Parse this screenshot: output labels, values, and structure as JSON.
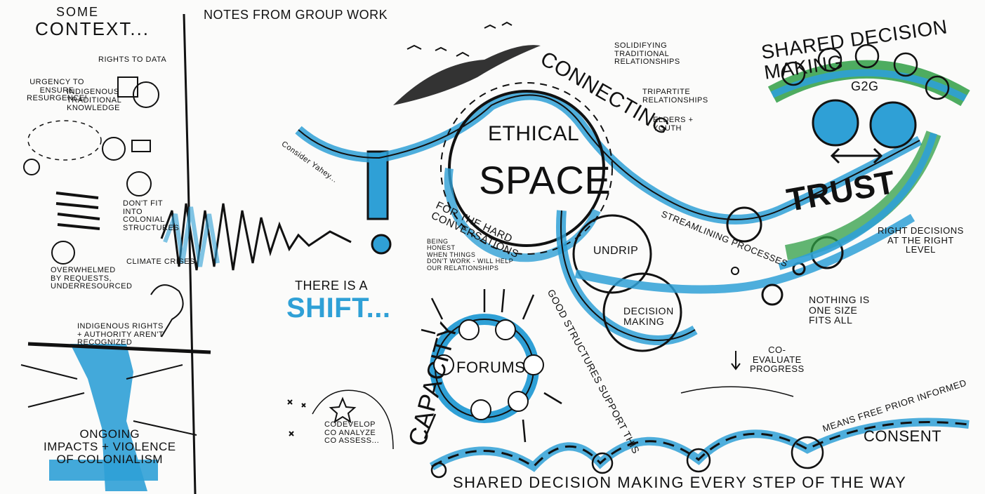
{
  "colors": {
    "blue": "#2fa0d6",
    "green": "#2f9e44",
    "ink": "#111111"
  },
  "left_panel": {
    "heading_line1": "SOME",
    "heading_line2": "CONTEXT...",
    "rights_to_data": "RIGHTS TO DATA",
    "urgency": "URGENCY TO\nENSURE\nRESURGENCE!",
    "indigenous_knowledge": "INDIGENOUS\nTRADITIONAL\nKNOWLEDGE",
    "dont_fit": "DON'T FIT\nINTO\nCOLONIAL\nSTRUCTURES",
    "climate": "CLIMATE CRISES",
    "overwhelmed": "OVERWHELMED\nBY REQUESTS,\nUNDERRESOURCED",
    "rights_recognized": "INDIGENOUS RIGHTS\n+ AUTHORITY AREN'T\nRECOGNIZED",
    "impacts": "ONGOING\nIMPACTS + VIOLENCE\nOF COLONIALISM"
  },
  "main": {
    "notes_title": "NOTES FROM GROUP WORK",
    "consider": "Consider Yahey...",
    "shift_prefix": "THERE IS A",
    "shift_word": "SHIFT...",
    "connecting": "CONNECTING",
    "solidifying": "SOLIDIFYING\nTRADITIONAL\nRELATIONSHIPS",
    "tripartite": "TRIPARTITE\nRELATIONSHIPS",
    "elders": "ELDERS +\nYOUTH",
    "ethical": "ETHICAL",
    "space": "SPACE",
    "hard_conversations": "FOR THE HARD\nCONVERSATIONS",
    "being_honest": "BEING\nHONEST\nWHEN THINGS\nDON'T WORK - WILL HELP\nOUR RELATIONSHIPS",
    "streamlining": "STREAMLINING PROCESSES",
    "undrip": "UNDRIP",
    "decision_making": "DECISION\nMAKING",
    "good_structures": "GOOD STRUCTURES SUPPORT THIS",
    "capacity": "CAPACITY",
    "forums": "FORUMS",
    "codevelop": "CODEVELOP\nCO ANALYZE\nCO ASSESS...",
    "shared_title": "SHARED DECISION MAKING",
    "g2g": "G2G",
    "trust": "TRUST",
    "right_decisions": "RIGHT DECISIONS\nAT THE RIGHT\nLEVEL",
    "nothing": "NOTHING IS\nONE SIZE\nFITS ALL",
    "coevaluate": "CO-\nEVALUATE\nPROGRESS",
    "means": "MEANS FREE PRIOR INFORMED",
    "consent": "CONSENT",
    "bottom": "SHARED DECISION MAKING EVERY STEP OF THE WAY"
  }
}
